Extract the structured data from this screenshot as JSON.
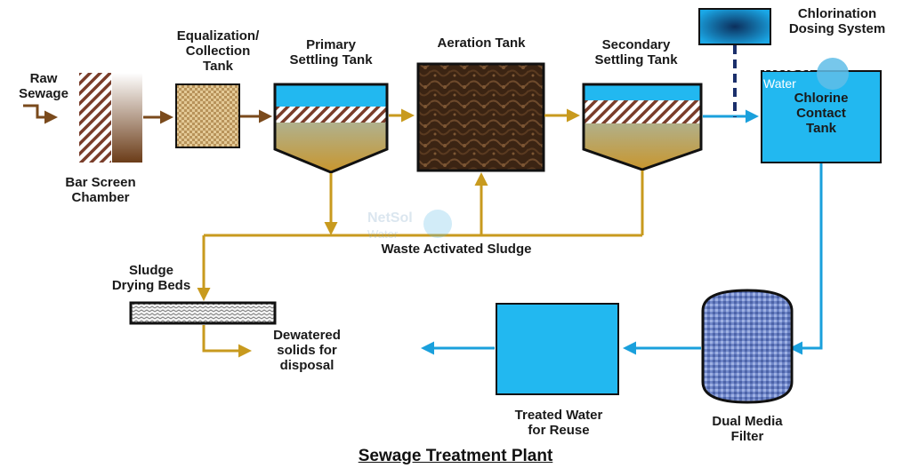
{
  "diagram": {
    "title": "Sewage Treatment Plant",
    "labels": {
      "raw_sewage": "Raw\nSewage",
      "bar_screen": "Bar Screen\nChamber",
      "equalization": "Equalization/\nCollection\nTank",
      "primary": "Primary\nSettling Tank",
      "aeration": "Aeration Tank",
      "secondary": "Secondary\nSettling Tank",
      "chlorination": "Chlorination\nDosing System",
      "chlorine_contact": "Chlorine\nContact\nTank",
      "waste_sludge": "Waste Activated Sludge",
      "sludge_beds": "Sludge\nDrying Beds",
      "dewatered": "Dewatered\nsolids for\ndisposal",
      "treated_water": "Treated Water\nfor Reuse",
      "dual_media": "Dual Media\nFilter"
    },
    "watermark": {
      "brand": "NetSol",
      "sub": "Water"
    },
    "colors": {
      "sewage": "#7a4a1c",
      "sludge_line": "#c89a1e",
      "clean_water": "#1aa0dc",
      "tank_water": "#22b8f0",
      "sludge": "#c8962e",
      "outline": "#111111",
      "dosing_line": "#1b2f6b"
    }
  }
}
